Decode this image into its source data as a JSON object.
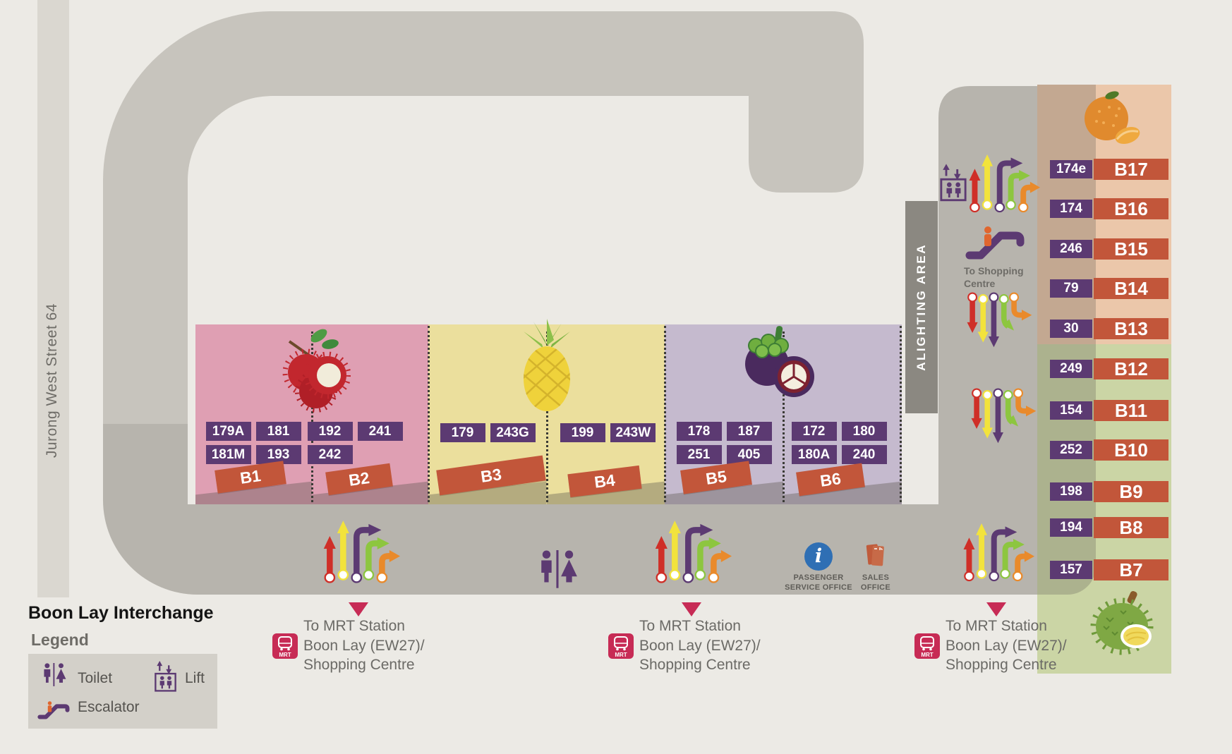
{
  "title": "Boon Lay Interchange",
  "street": {
    "label": "Jurong West Street 64"
  },
  "alighting": {
    "label": "ALIGHTING AREA"
  },
  "shopping_link": {
    "line1": "To Shopping",
    "line2": "Centre"
  },
  "legend": {
    "heading": "Legend",
    "toilet_label": "Toilet",
    "lift_label": "Lift",
    "escalator_label": "Escalator"
  },
  "mrt_exit": {
    "line1": "To MRT Station",
    "line2": "Boon Lay (EW27)/",
    "line3": "Shopping Centre",
    "icon_label": "MRT"
  },
  "offices": {
    "passenger_line1": "PASSENGER",
    "passenger_line2": "SERVICE OFFICE",
    "sales_line1": "SALES",
    "sales_line2": "OFFICE"
  },
  "islands": [
    {
      "name": "pink",
      "fruit": "rambutan",
      "berths": [
        {
          "code": "B1",
          "rows": [
            [
              "179A",
              "181"
            ],
            [
              "181M",
              "193"
            ]
          ]
        },
        {
          "code": "B2",
          "rows": [
            [
              "192",
              "241"
            ],
            [
              "242"
            ]
          ]
        }
      ]
    },
    {
      "name": "yellow",
      "fruit": "pineapple",
      "berths": [
        {
          "code": "B3",
          "rows": [
            [
              "179",
              "243G"
            ]
          ]
        },
        {
          "code": "B4",
          "rows": [
            [
              "199",
              "243W"
            ]
          ]
        }
      ]
    },
    {
      "name": "purple",
      "fruit": "mangosteen",
      "berths": [
        {
          "code": "B5",
          "rows": [
            [
              "178",
              "187"
            ],
            [
              "251",
              "405"
            ]
          ]
        },
        {
          "code": "B6",
          "rows": [
            [
              "172",
              "180"
            ],
            [
              "180A",
              "240"
            ]
          ]
        }
      ]
    }
  ],
  "right_berths": {
    "orange": {
      "fruit": "mandarin",
      "rows": [
        {
          "service": "174e",
          "code": "B17"
        },
        {
          "service": "174",
          "code": "B16"
        },
        {
          "service": "246",
          "code": "B15"
        },
        {
          "service": "79",
          "code": "B14"
        },
        {
          "service": "30",
          "code": "B13"
        }
      ]
    },
    "green": {
      "fruit": "durian",
      "rows": [
        {
          "service": "249",
          "code": "B12"
        },
        {
          "service": "154",
          "code": "B11"
        },
        {
          "service": "252",
          "code": "B10"
        },
        {
          "service": "198",
          "code": "B9"
        },
        {
          "service": "194",
          "code": "B8"
        },
        {
          "service": "157",
          "code": "B7"
        }
      ]
    }
  },
  "colors": {
    "road": "#B7B4AD",
    "road_light": "#C7C4BD",
    "street": "#DAD7D0",
    "pink": "#DF9FB3",
    "yellow": "#EBDF9D",
    "purple_panel": "#C5BACE",
    "orange_panel": "#EBC7AA",
    "green_panel": "#CBD5A5",
    "badge_purple": "#5C3A72",
    "berth_red": "#C2563A",
    "crimson": "#C72B55",
    "info_blue": "#2F6FB4",
    "alighting_grey": "#8B8881"
  }
}
